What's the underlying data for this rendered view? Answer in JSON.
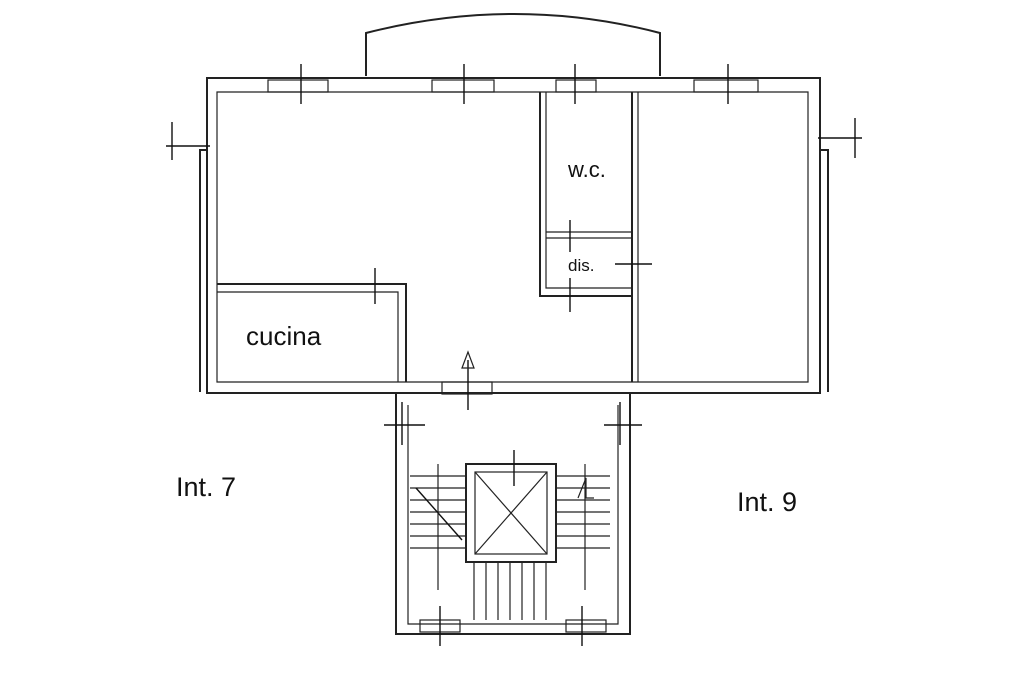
{
  "plan": {
    "rooms": {
      "wc": "w.c.",
      "dis": "dis.",
      "cucina": "cucina"
    },
    "units": {
      "left": "Int. 7",
      "right": "Int. 9"
    }
  },
  "colors": {
    "line": "#222222",
    "background": "#ffffff"
  }
}
